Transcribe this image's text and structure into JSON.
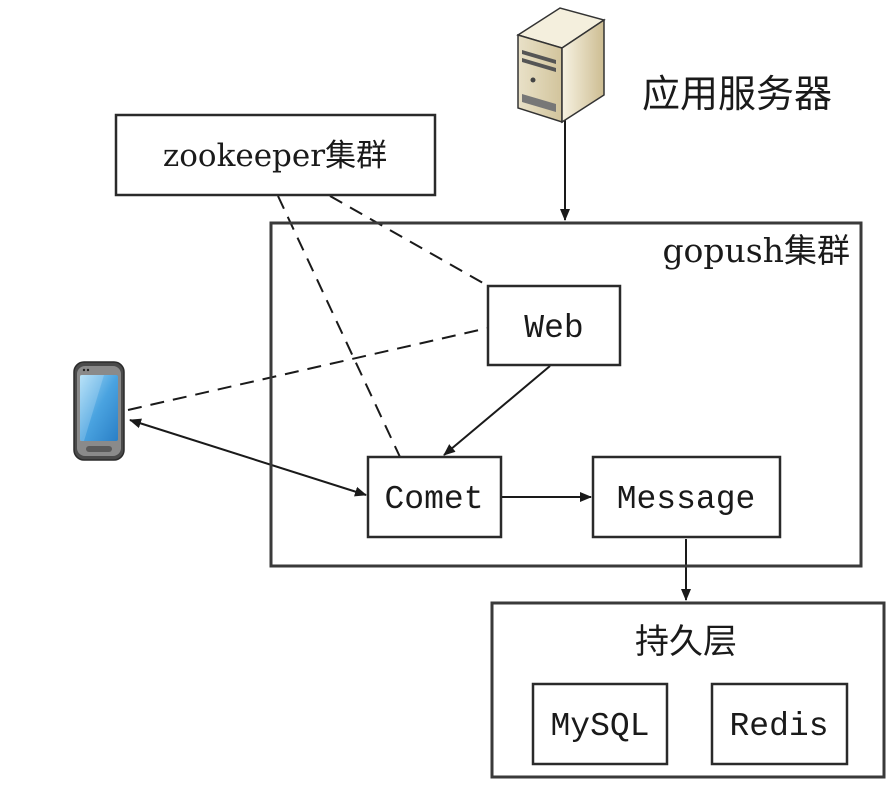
{
  "diagram": {
    "app_server": {
      "label": "应用服务器",
      "icon": "server-tower-icon"
    },
    "zookeeper": {
      "label": "zookeeper集群"
    },
    "gopush_cluster": {
      "label": "gopush集群",
      "nodes": {
        "web": "Web",
        "comet": "Comet",
        "message": "Message"
      }
    },
    "client": {
      "icon": "mobile-phone-icon"
    },
    "persistence": {
      "label": "持久层",
      "stores": [
        "MySQL",
        "Redis"
      ]
    },
    "edges": [
      {
        "from": "应用服务器",
        "to": "gopush集群",
        "style": "solid",
        "arrow": "to"
      },
      {
        "from": "zookeeper集群",
        "to": "Web",
        "style": "dashed",
        "arrow": "none"
      },
      {
        "from": "zookeeper集群",
        "to": "Comet",
        "style": "dashed",
        "arrow": "none"
      },
      {
        "from": "mobile-phone",
        "to": "Web",
        "style": "dashed",
        "arrow": "none"
      },
      {
        "from": "Web",
        "to": "Comet",
        "style": "solid",
        "arrow": "to"
      },
      {
        "from": "mobile-phone",
        "to": "Comet",
        "style": "solid",
        "arrow": "both"
      },
      {
        "from": "Comet",
        "to": "Message",
        "style": "solid",
        "arrow": "to"
      },
      {
        "from": "Message",
        "to": "持久层",
        "style": "solid",
        "arrow": "to"
      }
    ]
  }
}
